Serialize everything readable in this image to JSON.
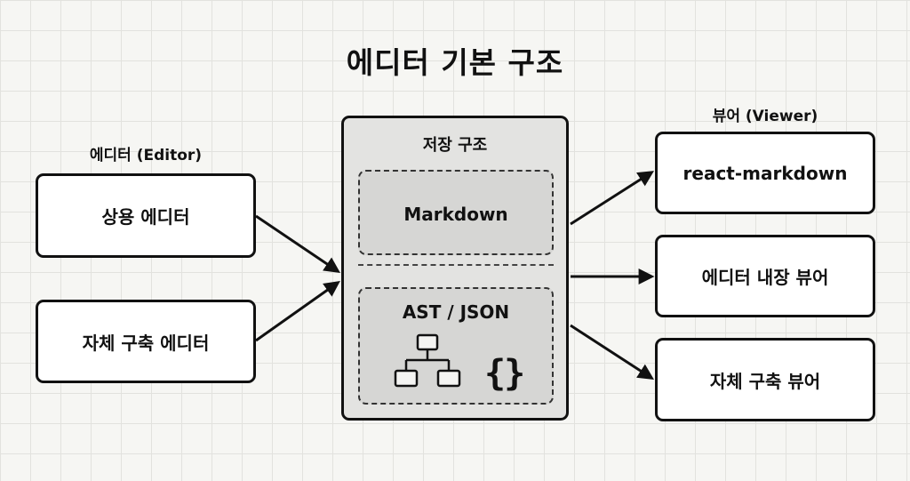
{
  "title": "에디터 기본 구조",
  "editor": {
    "label": "에디터 (Editor)",
    "items": [
      "상용 에디터",
      "자체 구축 에디터"
    ]
  },
  "storage": {
    "title": "저장 구조",
    "markdown": "Markdown",
    "ast": "AST / JSON",
    "tree_icon": "tree-hierarchy-icon",
    "braces_icon": "curly-braces-icon",
    "braces_glyph": "{}"
  },
  "viewer": {
    "label": "뷰어 (Viewer)",
    "items": [
      "react-markdown",
      "에디터 내장 뷰어",
      "자체 구축 뷰어"
    ]
  },
  "colors": {
    "stroke": "#111111",
    "storage_fill": "#e3e3e1",
    "section_fill": "#d6d6d4",
    "box_fill": "#ffffff"
  }
}
